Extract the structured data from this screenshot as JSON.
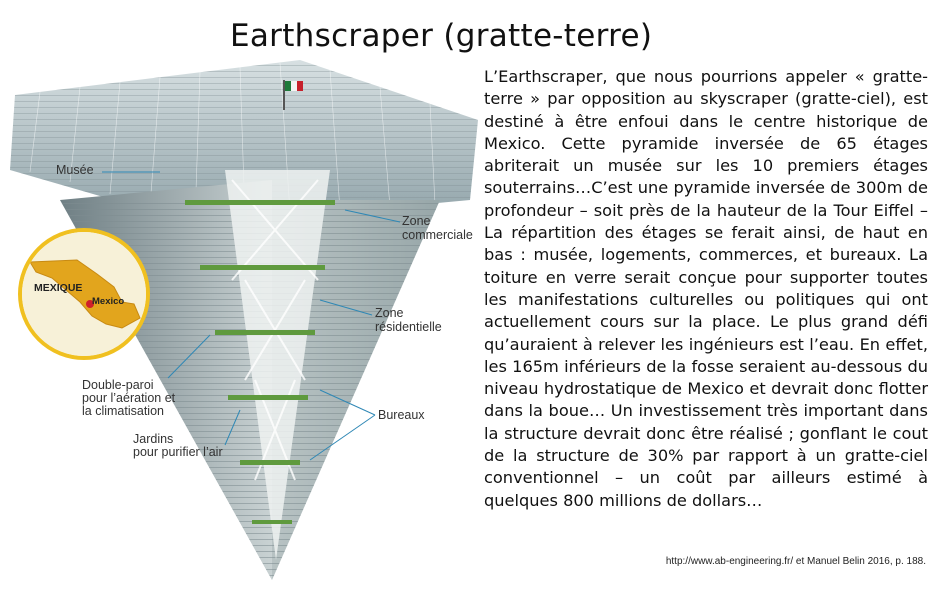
{
  "title": "Earthscraper (gratte-terre)",
  "paragraph": "L’Earthscraper, que nous pourrions appeler « gratte-terre » par opposition au skyscraper (gratte-ciel), est destiné à être enfoui dans le centre historique de Mexico. Cette pyramide inversée de 65 étages abriterait un musée sur les 10 premiers étages souterrains…C’est une pyramide inversée de 300m de profondeur – soit près de la hauteur de la Tour Eiffel –La répartition des étages se ferait ainsi, de haut en bas : musée, logements, commerces, et bureaux. La toiture en verre serait conçue pour supporter toutes les manifestations culturelles ou politiques qui ont actuellement cours sur la place. Le plus grand défi qu’auraient à relever les ingénieurs est l’eau. En effet, les 165m inférieurs de la fosse seraient au-dessous du niveau hydrostatique de Mexico et devrait donc flotter dans la boue… Un investissement très important dans la structure devrait donc être réalisé ; gonflant le cout de la structure de 30% par rapport à un gratte-ciel conventionnel – un coût par ailleurs estimé à quelques 800 millions de dollars…",
  "citation": "http://www.ab-engineering.fr/ et Manuel Belin 2016, p. 188.",
  "illustration": {
    "labels": {
      "musee": "Musée",
      "zone_commerciale_1": "Zone",
      "zone_commerciale_2": "commerciale",
      "zone_residentielle_1": "Zone",
      "zone_residentielle_2": "résidentielle",
      "double_paroi_1": "Double-paroi",
      "double_paroi_2": "pour l’aération et",
      "double_paroi_3": "la climatisation",
      "jardins_1": "Jardins",
      "jardins_2": "pour purifier l’air",
      "bureaux": "Bureaux"
    },
    "map": {
      "country": "MEXIQUE",
      "city": "Mexico"
    }
  },
  "colors": {
    "glass": "#b9c9cf",
    "shaft": "#e9edec",
    "garden": "#5f9a3e",
    "map_border": "#f0c020",
    "map_country": "#e2a51d",
    "city_dot": "#d0202a",
    "callout_line": "#2f88b5"
  }
}
